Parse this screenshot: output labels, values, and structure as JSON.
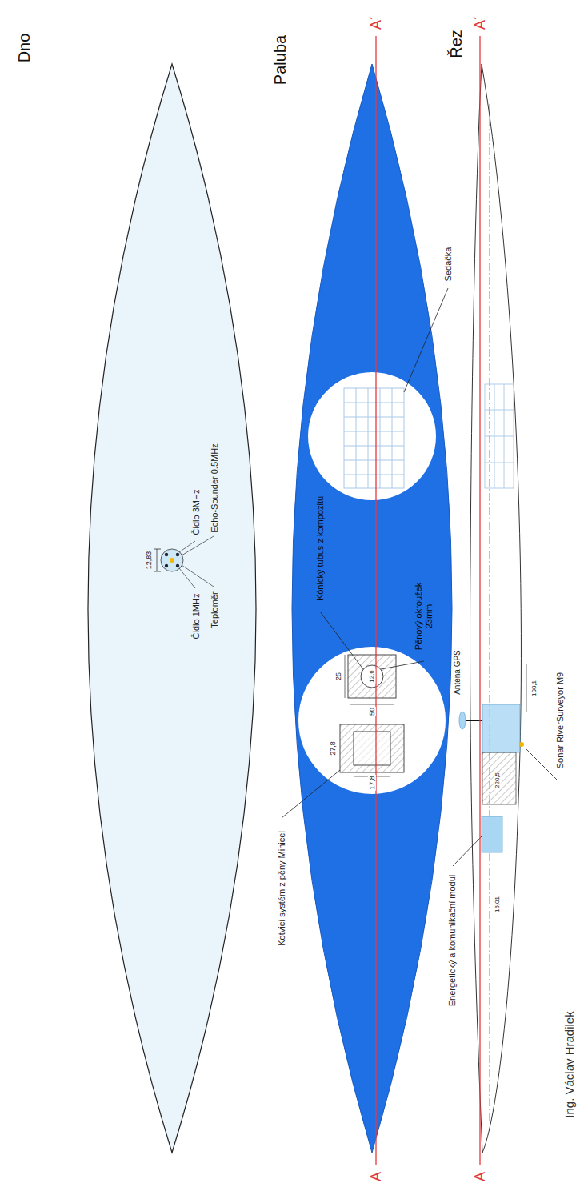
{
  "diagram": {
    "labels": [
      "Dno",
      "12,83",
      "Čidlo 3MHz",
      "Echo-Sounder 0.5MHz",
      "Čidlo 1MHz",
      "Teploměr",
      "Paluba",
      "A´",
      "A",
      "Sedačka",
      "Kónický tubus z kompozitu",
      "Pěnový okroužek 23mm",
      "25",
      "12,6",
      "50",
      "27,8",
      "17,8",
      "Kotvicí systém z pěny Minicel",
      "Řez",
      "A´",
      "A",
      "Anténa GPS",
      "Sonar RiverSurveyor M9",
      "100,1",
      "220,5",
      "16,01",
      "Energetický a komunikační modul",
      "Ing. Václav Hradilek"
    ]
  }
}
